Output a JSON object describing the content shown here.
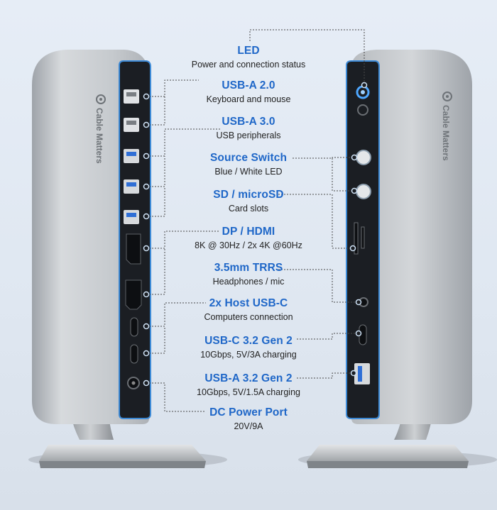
{
  "brand": "Cable Matters",
  "labels": [
    {
      "title": "LED",
      "subtitle": "Power and connection status"
    },
    {
      "title": "USB-A 2.0",
      "subtitle": "Keyboard and mouse"
    },
    {
      "title": "USB-A 3.0",
      "subtitle": "USB peripherals"
    },
    {
      "title": "Source Switch",
      "subtitle": "Blue / White LED"
    },
    {
      "title": "SD / microSD",
      "subtitle": "Card slots"
    },
    {
      "title": "DP / HDMI",
      "subtitle": "8K @ 30Hz / 2x 4K @60Hz"
    },
    {
      "title": "3.5mm TRRS",
      "subtitle": "Headphones / mic"
    },
    {
      "title": "2x Host USB-C",
      "subtitle": "Computers connection"
    },
    {
      "title": "USB-C 3.2 Gen 2",
      "subtitle": "10Gbps, 5V/3A charging"
    },
    {
      "title": "USB-A 3.2 Gen 2",
      "subtitle": "10Gbps, 5V/1.5A charging"
    },
    {
      "title": "DC Power Port",
      "subtitle": "20V/9A"
    }
  ],
  "colors": {
    "accent": "#1f67c8",
    "connector": "#4a4a4a",
    "panel": "#1b1e23",
    "body": "#c4c8cd",
    "led_ring": "#3d8ad6"
  }
}
